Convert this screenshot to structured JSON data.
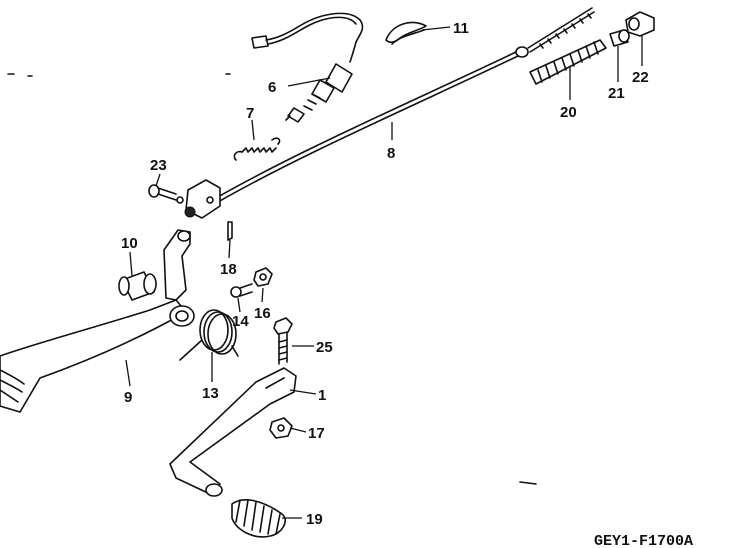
{
  "diagram": {
    "code": "GEY1-F1700A",
    "callouts": [
      {
        "id": "1",
        "text": "1"
      },
      {
        "id": "6",
        "text": "6"
      },
      {
        "id": "7",
        "text": "7"
      },
      {
        "id": "8",
        "text": "8"
      },
      {
        "id": "9",
        "text": "9"
      },
      {
        "id": "10",
        "text": "10"
      },
      {
        "id": "11",
        "text": "11"
      },
      {
        "id": "13",
        "text": "13"
      },
      {
        "id": "14",
        "text": "14"
      },
      {
        "id": "16",
        "text": "16"
      },
      {
        "id": "17",
        "text": "17"
      },
      {
        "id": "18",
        "text": "18"
      },
      {
        "id": "19",
        "text": "19"
      },
      {
        "id": "20",
        "text": "20"
      },
      {
        "id": "21",
        "text": "21"
      },
      {
        "id": "22",
        "text": "22"
      },
      {
        "id": "23",
        "text": "23"
      },
      {
        "id": "25",
        "text": "25"
      }
    ]
  }
}
